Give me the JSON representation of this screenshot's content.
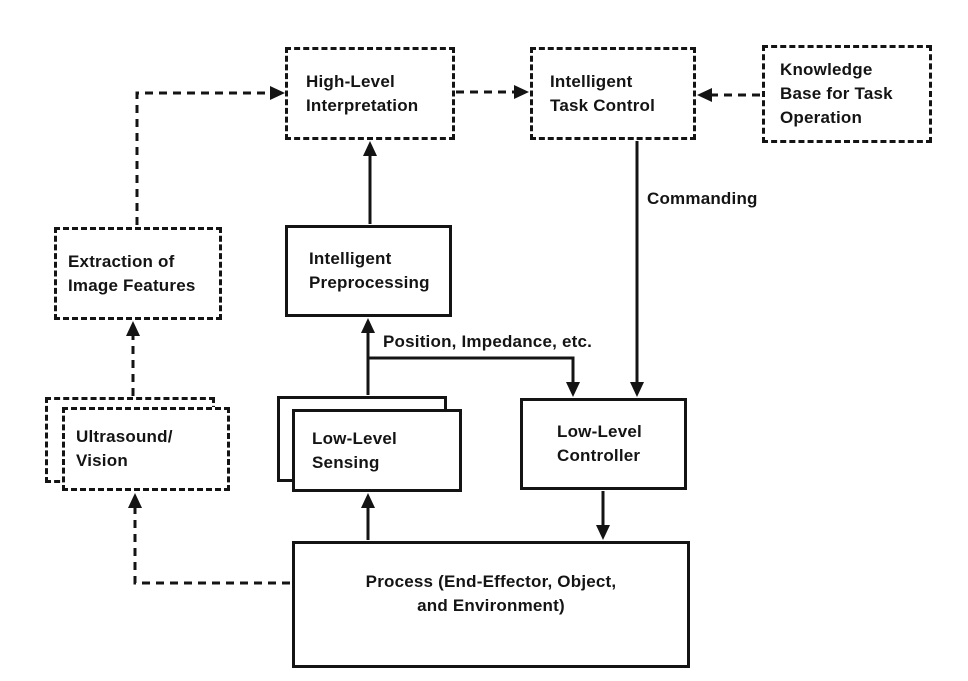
{
  "figure": {
    "title": "Hierarchical sensing and control architecture diagram",
    "background_color": "#ffffff",
    "ink_color": "#141414"
  },
  "nodes": {
    "high_level_interpretation": {
      "label": "High-Level\nInterpretation",
      "border": "dashed"
    },
    "intelligent_task_control": {
      "label": "Intelligent\nTask Control",
      "border": "dashed"
    },
    "knowledge_base": {
      "label": "Knowledge\nBase for Task\nOperation",
      "border": "dashed"
    },
    "extraction_image_features": {
      "label": "Extraction of\nImage Features",
      "border": "dashed"
    },
    "intelligent_preprocessing": {
      "label": "Intelligent\nPreprocessing",
      "border": "solid"
    },
    "ultrasound_vision": {
      "label": "Ultrasound/\nVision",
      "border": "dashed-stacked"
    },
    "low_level_sensing": {
      "label": "Low-Level\nSensing",
      "border": "solid-stacked"
    },
    "low_level_controller": {
      "label": "Low-Level\nController",
      "border": "solid"
    },
    "process": {
      "label": "Process (End-Effector, Object,\nand Environment)",
      "border": "solid"
    }
  },
  "edge_labels": {
    "commanding": "Commanding",
    "position_impedance": "Position, Impedance, etc."
  },
  "edges": [
    {
      "from": "extraction_image_features",
      "to": "high_level_interpretation",
      "style": "dashed",
      "label": ""
    },
    {
      "from": "high_level_interpretation",
      "to": "intelligent_task_control",
      "style": "dashed",
      "label": ""
    },
    {
      "from": "knowledge_base",
      "to": "intelligent_task_control",
      "style": "dashed",
      "label": ""
    },
    {
      "from": "intelligent_task_control",
      "to": "low_level_controller",
      "style": "solid",
      "label": "Commanding"
    },
    {
      "from": "intelligent_preprocessing",
      "to": "high_level_interpretation",
      "style": "solid",
      "label": ""
    },
    {
      "from": "low_level_sensing",
      "to": "intelligent_preprocessing",
      "style": "solid",
      "label": ""
    },
    {
      "from": "low_level_sensing",
      "to": "low_level_controller",
      "style": "solid",
      "label": "Position, Impedance, etc."
    },
    {
      "from": "ultrasound_vision",
      "to": "extraction_image_features",
      "style": "dashed",
      "label": ""
    },
    {
      "from": "process",
      "to": "ultrasound_vision",
      "style": "dashed",
      "label": ""
    },
    {
      "from": "process",
      "to": "low_level_sensing",
      "style": "solid",
      "label": ""
    },
    {
      "from": "low_level_controller",
      "to": "process",
      "style": "solid",
      "label": ""
    }
  ]
}
